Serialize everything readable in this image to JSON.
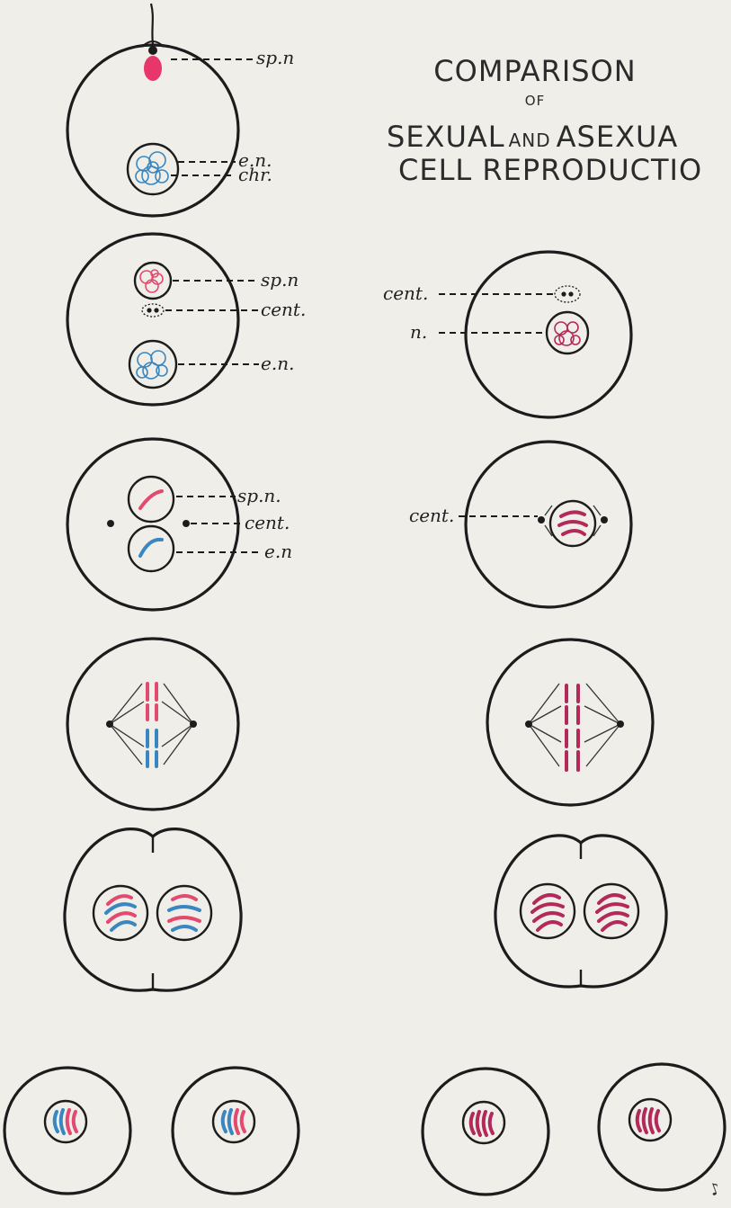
{
  "title": {
    "line1": "COMPARISON",
    "line2": "OF",
    "line3_a": "SEXUAL",
    "line3_b": "AND",
    "line3_c": "ASEXUA",
    "line4": "CELL REPRODUCTIO"
  },
  "labels": {
    "sp_n_1": "sp.n",
    "e_n_1": "e.n.",
    "chr": "chr.",
    "sp_n_2": "sp.n",
    "cent_2": "cent.",
    "e_n_2": "e.n.",
    "sp_n_3": "sp.n.",
    "cent_3": "cent.",
    "e_n_3": "e.n",
    "cent_a2": "cent.",
    "n_a2": "n.",
    "cent_a3": "cent."
  },
  "colors": {
    "paper": "#efeee9",
    "ink": "#1c1c1c",
    "sperm_chromatin": "#e34a6f",
    "egg_chromatin": "#3a86c0",
    "asexual_chromatin": "#b3295a"
  },
  "monogram": "♪"
}
